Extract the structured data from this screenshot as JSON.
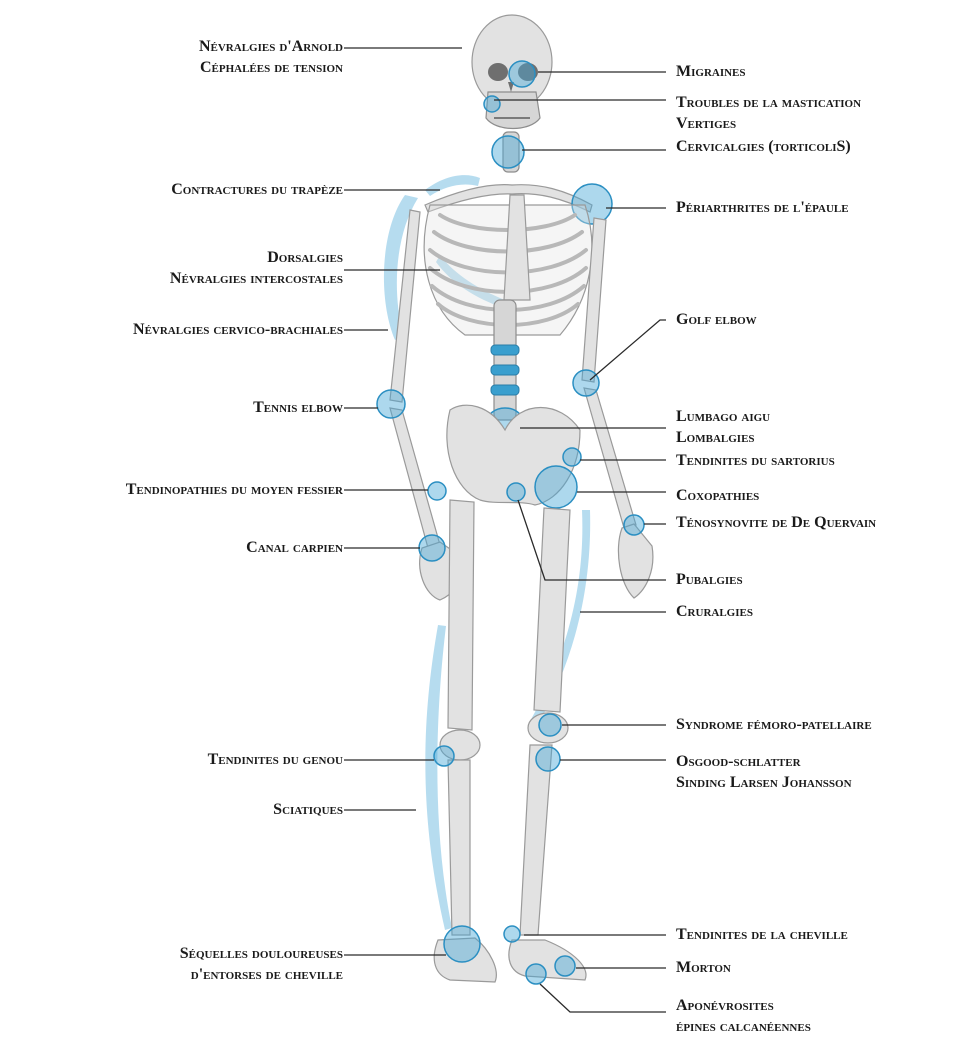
{
  "labels": {
    "arnold": [
      "Névralgies d'Arnold",
      "Céphalées de tension"
    ],
    "migraines": "Migraines",
    "mastication": [
      "Troubles de la mastication",
      "Vertiges"
    ],
    "cervicalgies": "Cervicalgies (torticoliS)",
    "trapeze": "Contractures du trapèze",
    "periarthrites": "Périarthrites  de l'épaule",
    "dorsalgies": [
      "Dorsalgies",
      "Névralgies intercostales"
    ],
    "golf": "Golf elbow",
    "cervico": "Névralgies cervico-brachiales",
    "tennis": "Tennis elbow",
    "lumbago": [
      "Lumbago aigu",
      "Lombalgies"
    ],
    "sartorius": "Tendinites du sartorius",
    "fessier": "Tendinopathies du moyen fessier",
    "coxopathies": "Coxopathies",
    "quervain": "Ténosynovite de De Quervain",
    "carpien": "Canal carpien",
    "pubalgies": "Pubalgies",
    "cruralgies": "Cruralgies",
    "femoro": "Syndrome fémoro-patellaire",
    "genou": "Tendinites du genou",
    "osgood": [
      "Osgood-schlatter",
      "Sinding Larsen Johansson"
    ],
    "sciatiques": "Sciatiques",
    "cheville_tend": "Tendinites de la cheville",
    "sequelles": [
      "Séquelles douloureuses",
      "d'entorses de cheville"
    ],
    "morton": "Morton",
    "aponev": [
      "Aponévrosites",
      "épines calcanéennes"
    ]
  },
  "colors": {
    "highlight": "#4aa9d6",
    "bone": "#e2e2e2",
    "text": "#1a1a1a"
  }
}
